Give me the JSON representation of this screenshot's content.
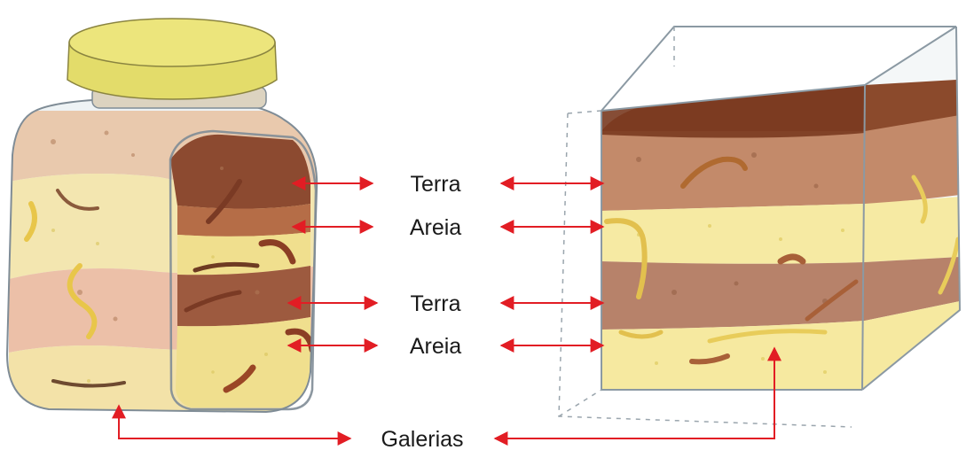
{
  "labels": {
    "terra_top": "Terra",
    "areia_top": "Areia",
    "terra_bottom": "Terra",
    "areia_bottom": "Areia",
    "galerias": "Galerias"
  },
  "colors": {
    "arrow": "#e21d24",
    "terra": "#9a5b3c",
    "terra_dark": "#6e3420",
    "areia": "#f2e29a",
    "lid": "#e3dc6a",
    "worm": "#c7743c",
    "glass_edge": "#7f8c96"
  }
}
